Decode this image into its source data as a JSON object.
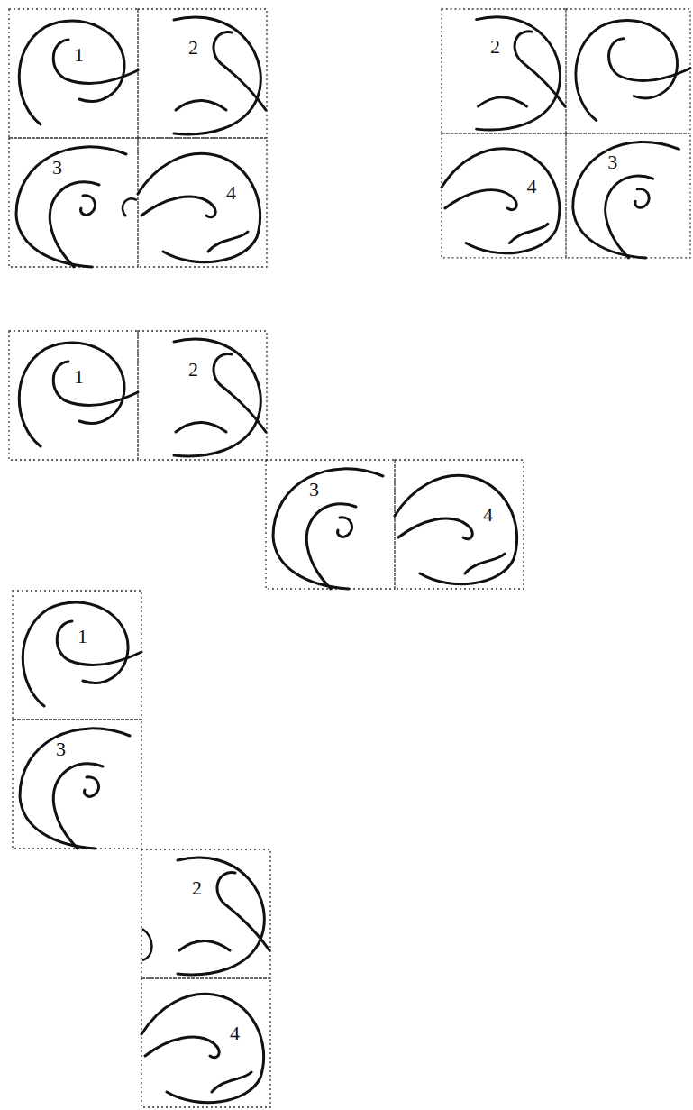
{
  "diagram": {
    "labels": [
      "1",
      "2",
      "3",
      "4",
      "2",
      "4",
      "3",
      "1",
      "2",
      "3",
      "4",
      "1",
      "3",
      "2",
      "4"
    ]
  }
}
